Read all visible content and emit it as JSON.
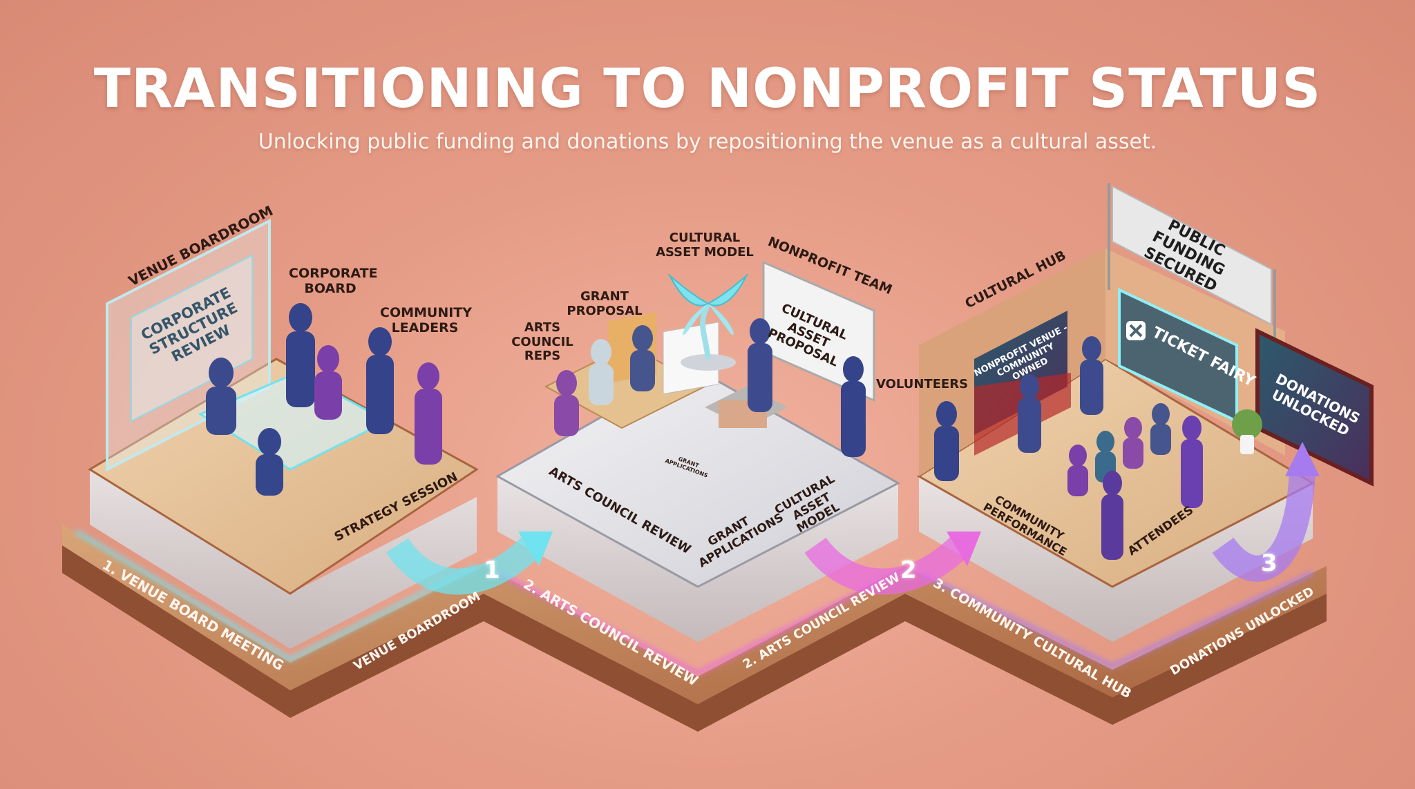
{
  "header": {
    "title": "TRANSITIONING TO NONPROFIT STATUS",
    "subtitle": "Unlocking public funding and donations by repositioning the venue as a cultural asset."
  },
  "colors": {
    "background": "#e59c86",
    "title_text": "#ffffff",
    "label_text": "#2d1a14",
    "wood": "#c98a5e",
    "glass": "#d8dde2",
    "step1_accent": "#6fe3ef",
    "step2_accent": "#e86be0",
    "step3_accent": "#a77bf0",
    "figure_blue": "#3a4a8c",
    "figure_purple": "#7a3fa8"
  },
  "stages": [
    {
      "id": "step1",
      "platform_label": "1. VENUE BOARD MEETING",
      "platform_side_label": "VENUE BOARDROOM",
      "room_label": "VENUE BOARDROOM",
      "screen_text": "CORPORATE STRUCTURE REVIEW",
      "floor_label": "STRATEGY SESSION",
      "callouts": [
        "CORPORATE BOARD",
        "COMMUNITY LEADERS"
      ],
      "arrow_number": "1"
    },
    {
      "id": "step2",
      "platform_label": "2. ARTS COUNCIL REVIEW",
      "platform_side_label": "2. ARTS COUNCIL REVIEW",
      "floor_label": "ARTS COUNCIL REVIEW",
      "callouts": [
        "ARTS COUNCIL REPS",
        "GRANT PROPOSAL",
        "CULTURAL ASSET MODEL",
        "NONPROFIT TEAM"
      ],
      "whiteboard_text": "CULTURAL ASSET PROPOSAL",
      "floor_items": [
        "GRANT APPLICATIONS",
        "CULTURAL ASSET MODEL"
      ],
      "document_text": "GRANT APPLICATIONS",
      "arrow_number": "2"
    },
    {
      "id": "step3",
      "platform_label": "3. COMMUNITY CULTURAL HUB",
      "platform_side_label": "DONATIONS UNLOCKED",
      "room_label": "CULTURAL HUB",
      "banner_text": "PUBLIC FUNDING SECURED",
      "stage_screen_text": "NONPROFIT VENUE - COMMUNITY OWNED",
      "wall_sign_text": "TICKET FAIRY",
      "monitor_text": "DONATIONS UNLOCKED",
      "callouts": [
        "VOLUNTEERS"
      ],
      "floor_items": [
        "COMMUNITY PERFORMANCE",
        "ATTENDEES"
      ],
      "arrow_number": "3"
    }
  ]
}
